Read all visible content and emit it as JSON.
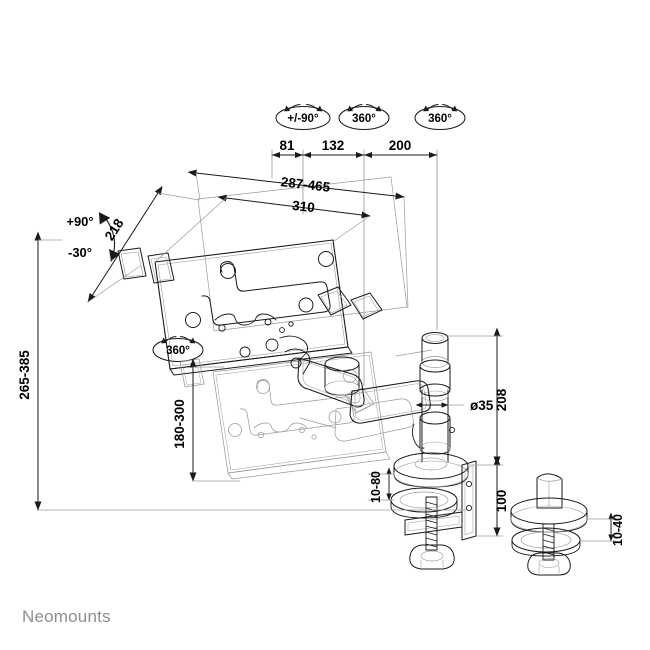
{
  "drawing": {
    "title": "Neomounts laptop desk mount technical dimension drawing",
    "brand": "Neomounts",
    "brand_color": "#8e8e8e",
    "line_color": "#1a1a1a",
    "thin_line_color": "#8a8a8a",
    "background": "#ffffff",
    "units": "mm"
  },
  "rotation_badges": [
    {
      "label": "+/-90°",
      "name": "tilt-badge-90"
    },
    {
      "label": "360°",
      "name": "rotation-badge-joint-1"
    },
    {
      "label": "360°",
      "name": "rotation-badge-joint-2"
    },
    {
      "label": "360°",
      "name": "rotation-badge-tray"
    }
  ],
  "top_dimension_chain": {
    "segments": [
      "81",
      "132",
      "200"
    ]
  },
  "tray_dimensions": {
    "width_range": "287-465",
    "width_fixed": "310",
    "depth": "218"
  },
  "tilt_angles": {
    "up": "+90°",
    "down": "-30°"
  },
  "height_dimensions": {
    "total_range": "265-385",
    "tray_range": "180-300",
    "pole_height": "208",
    "clamp_zone": "100"
  },
  "pole_diameter": "ø35",
  "mount_thickness": {
    "clamp": "10-80",
    "grommet": "10-40"
  }
}
